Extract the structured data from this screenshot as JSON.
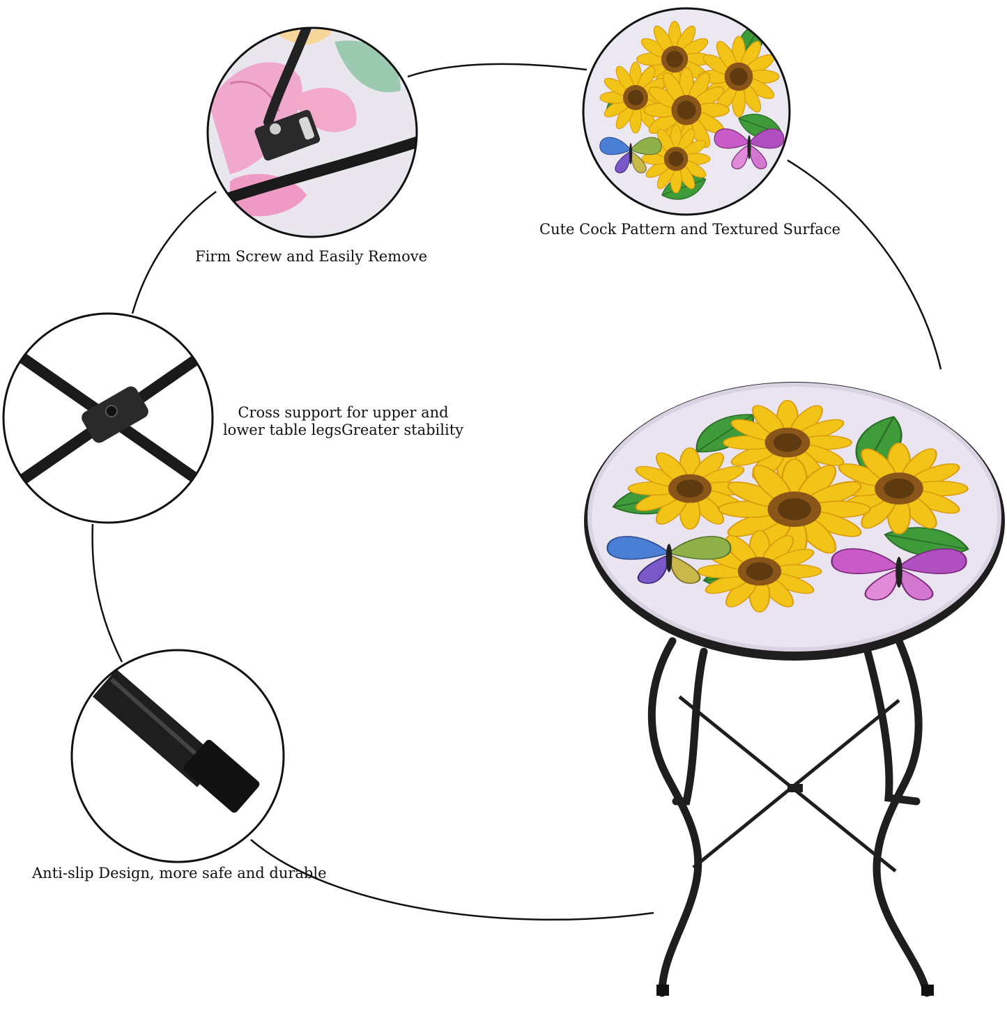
{
  "captions": {
    "screw": "Firm Screw and Easily Remove",
    "pattern": "Cute Cock Pattern and Textured Surface",
    "cross_line1": "Cross support for upper and",
    "cross_line2": "lower table legsGreater stability",
    "antislip": "Anti-slip Design, more safe and durable"
  },
  "colors": {
    "frame": "#1a1a1a",
    "glass": "#e9e4f0",
    "petal": "#f2c417",
    "petal_dark": "#d99a0c",
    "seed": "#7a4a14",
    "leaf": "#3f9a3a",
    "butterfly_pink": "#c85bc8",
    "butterfly_blue": "#4b7fd6"
  }
}
